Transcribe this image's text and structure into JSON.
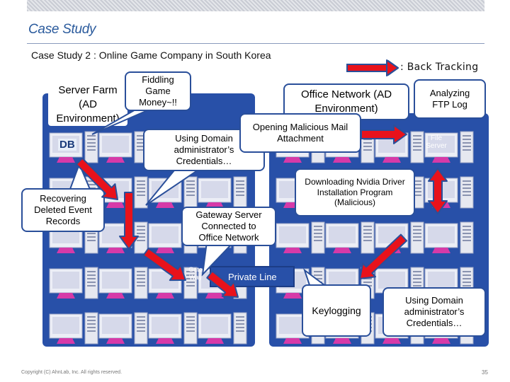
{
  "slide": {
    "title": "Case Study",
    "subtitle": "Case Study 2 : Online Game Company in South Korea",
    "back_tracking": ": Back Tracking",
    "footer": "Copyright (C) AhnLab, Inc. All rights reserved.",
    "page_number": "35"
  },
  "networks": {
    "server_farm": "Server Farm (AD Environment)",
    "office": "Office Network (AD Environment)"
  },
  "labels": {
    "db": "DB",
    "gateway": "Gate Way",
    "file_server": "File Server",
    "private_line": "Private Line"
  },
  "callouts": {
    "fiddling": "Fiddling Game Money~!!",
    "recovering": "Recovering Deleted Event Records",
    "using_domain_1": "Using Domain administrator’s Credentials…",
    "opening": "Opening Malicious Mail Attachment",
    "analyzing": "Analyzing FTP Log",
    "downloading": "Downloading Nvidia Driver Installation Program (Malicious)",
    "gateway_server": "Gateway Server Connected to Office Network",
    "keylogging": "Keylogging",
    "using_domain_2": "Using Domain administrator’s Credentials…"
  },
  "colors": {
    "panel": "#2850a8",
    "title": "#2a5a9c",
    "arrow_red": "#e8121b",
    "arrow_outline": "#2a4f9a"
  }
}
